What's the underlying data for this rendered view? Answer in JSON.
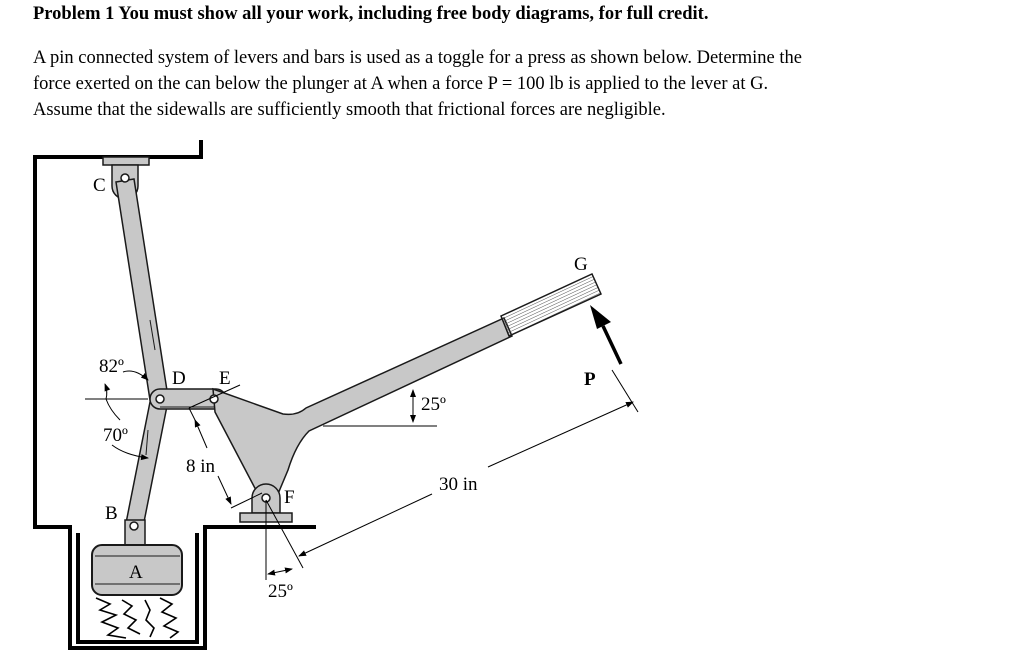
{
  "problem": {
    "heading": "Problem 1 You must show all your work, including free body diagrams, for full credit.",
    "statement_lines": [
      "A pin connected system of levers and bars is used as a toggle for a press as shown below.  Determine the",
      "force exerted on the can below the plunger at A when a force P = 100 lb is applied to the lever at G.",
      "Assume that the sidewalls are sufficiently smooth that frictional forces are negligible."
    ]
  },
  "figure": {
    "labels": {
      "c": "C",
      "d": "D",
      "e": "E",
      "f": "F",
      "g": "G",
      "b": "B",
      "a": "A",
      "p": "P"
    },
    "dimensions": {
      "angle_82": "82º",
      "angle_70": "70º",
      "angle_25_lever": "25º",
      "angle_25_bottom": "25º",
      "length_8": "8 in",
      "length_30": "30 in"
    },
    "colors": {
      "member_fill": "#c8c8c8",
      "member_stroke": "#1a1a1a",
      "wall": "#000000"
    }
  }
}
